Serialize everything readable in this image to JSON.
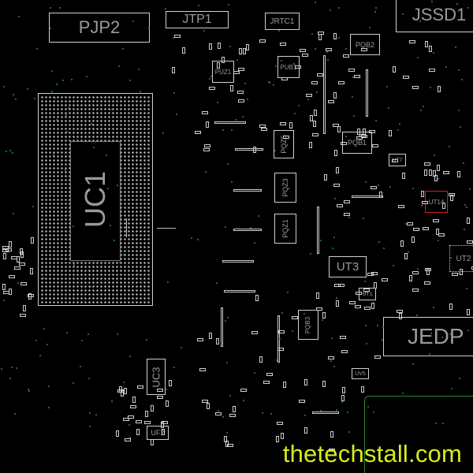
{
  "components": {
    "PJP2": "PJP2",
    "JTP1": "JTP1",
    "JRTC1": "JRTC1",
    "JSSD1": "JSSD1",
    "PQB2": "PQB2",
    "PUZ1": "PUZ1",
    "PUB1": "PUB1",
    "PQZ5": "PQZ5",
    "PQB1": "PQB1",
    "PQZ3": "PQZ3",
    "PQZ1": "PQZ1",
    "UT7": "UT7",
    "UT14": "UT14",
    "UT3": "UT3",
    "UT1": "UT1",
    "UT2": "UT2",
    "PQB3": "PQB3",
    "UV5": "UV5",
    "JEDP": "JEDP",
    "UC1": "UC1",
    "UC3": "UC3",
    "UF2": "UF2"
  },
  "selected_component": "UT14",
  "colors": {
    "selected": "#d02020",
    "outline": "#2a8a2a",
    "watermark": "#d6ec1a"
  },
  "watermark": "thetechstall.com"
}
